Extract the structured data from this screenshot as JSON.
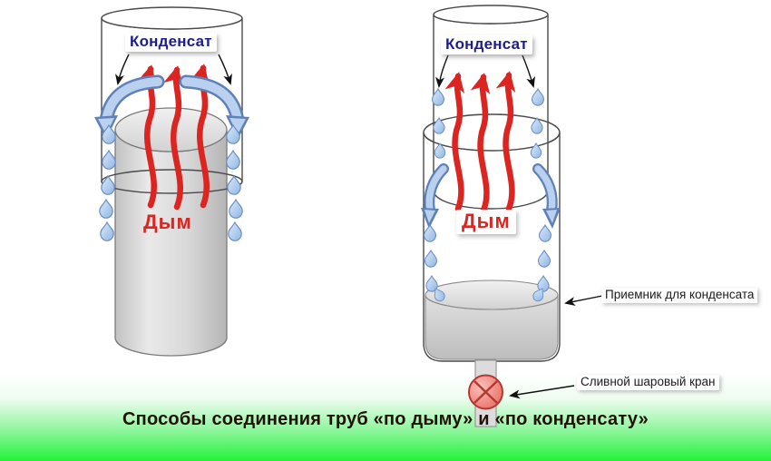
{
  "left_diagram": {
    "condensate_label": "Конденсат",
    "smoke_label": "Дым"
  },
  "right_diagram": {
    "condensate_label": "Конденсат",
    "smoke_label": "Дым",
    "receiver_label": "Приемник для конденсата",
    "valve_label": "Сливной шаровый кран"
  },
  "caption": {
    "title": "Способы соединения труб «по дыму» и «по конденсату»"
  },
  "colors": {
    "condensate_text": "#1d1d8f",
    "smoke_text": "#dc2420",
    "smoke_arrow": "#dc2420",
    "condensate_arrow_fill": "#b9d1ee",
    "condensate_arrow_outline": "#5f81b8",
    "droplet_fill": "#aecdf0",
    "droplet_outline": "#6a8ec5",
    "pipe_gray": "#d0d0d0",
    "valve_red": "#ee8077",
    "banner_green": "#22f238",
    "annotation_text": "#1c1c1c"
  }
}
